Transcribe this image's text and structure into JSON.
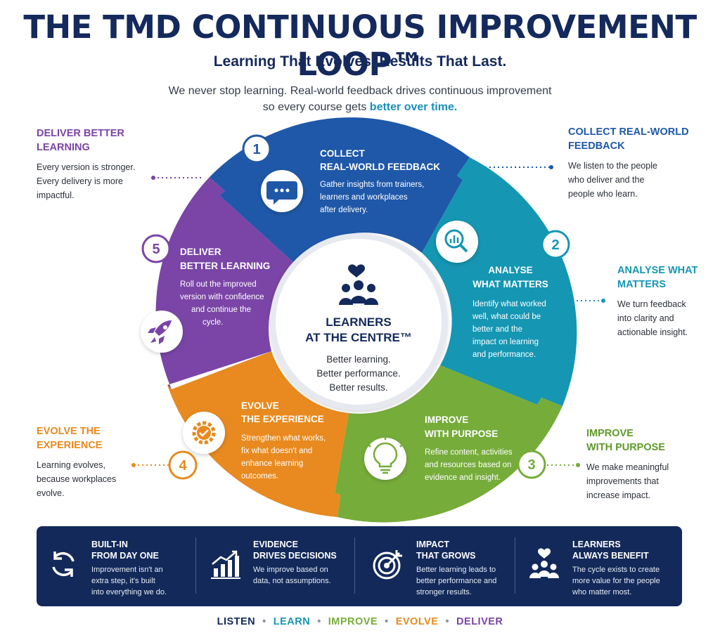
{
  "title": "THE TMD CONTINUOUS IMPROVEMENT LOOP™",
  "subtitle": "Learning That Evolves. Results That Last.",
  "intro": {
    "line1": "We never stop learning. Real-world feedback drives continuous improvement",
    "line2_prefix": "so every course gets ",
    "line2_highlight": "better over time."
  },
  "colors": {
    "navy": "#14295c",
    "blue": "#1f58a8",
    "teal": "#1596b3",
    "green": "#76ac3a",
    "orange": "#e88a1f",
    "purple": "#7a45a6"
  },
  "side_notes": {
    "deliver": {
      "title_1": "DELIVER BETTER",
      "title_2": "LEARNING",
      "text": [
        "Every version is stronger.",
        "Every delivery is more",
        "impactful."
      ]
    },
    "collect": {
      "title_1": "COLLECT REAL-WORLD",
      "title_2": "FEEDBACK",
      "text": [
        "We listen to the people",
        "who deliver and the",
        "people who learn."
      ]
    },
    "analyse": {
      "title_1": "ANALYSE WHAT",
      "title_2": "MATTERS",
      "text": [
        "We turn feedback",
        "into clarity and",
        "actionable insight."
      ]
    },
    "evolve": {
      "title_1": "EVOLVE THE",
      "title_2": "EXPERIENCE",
      "text": [
        "Learning evolves,",
        "because workplaces",
        "evolve."
      ]
    },
    "improve": {
      "title_1": "IMPROVE",
      "title_2": "WITH PURPOSE",
      "text": [
        "We make meaningful",
        "improvements that",
        "increase impact."
      ]
    }
  },
  "segments": [
    {
      "number": "1",
      "icon": "chat-bubble-icon",
      "title": [
        "COLLECT",
        "REAL-WORLD FEEDBACK"
      ],
      "text": [
        "Gather insights from trainers,",
        "learners and workplaces",
        "after delivery."
      ]
    },
    {
      "number": "2",
      "icon": "magnifier-chart-icon",
      "title": [
        "ANALYSE",
        "WHAT MATTERS"
      ],
      "text": [
        "Identify what worked",
        "well, what could be",
        "better and the",
        "impact on learning",
        "and performance."
      ]
    },
    {
      "number": "3",
      "icon": "lightbulb-icon",
      "title": [
        "IMPROVE",
        "WITH PURPOSE"
      ],
      "text": [
        "Refine content, activities",
        "and resources based on",
        "evidence and insight."
      ]
    },
    {
      "number": "4",
      "icon": "gear-check-icon",
      "title": [
        "EVOLVE",
        "THE EXPERIENCE"
      ],
      "text": [
        "Strengthen what works,",
        "fix what doesn't and",
        "enhance learning",
        "outcomes."
      ]
    },
    {
      "number": "5",
      "icon": "rocket-icon",
      "title": [
        "DELIVER",
        "BETTER LEARNING"
      ],
      "text": [
        "Roll out the improved",
        "version with confidence",
        "and continue the",
        "cycle."
      ]
    }
  ],
  "center": {
    "title": [
      "LEARNERS",
      "AT THE CENTRE™"
    ],
    "text": [
      "Better learning.",
      "Better performance.",
      "Better results."
    ]
  },
  "banner": [
    {
      "icon": "refresh-cycle-icon",
      "title": [
        "BUILT-IN",
        "FROM DAY ONE"
      ],
      "text": [
        "Improvement isn't an",
        "extra step, it's built",
        "into everything we do."
      ]
    },
    {
      "icon": "bar-chart-growth-icon",
      "title": [
        "EVIDENCE",
        "DRIVES DECISIONS"
      ],
      "text": [
        "We improve based on",
        "data, not assumptions."
      ]
    },
    {
      "icon": "target-arrow-icon",
      "title": [
        "IMPACT",
        "THAT GROWS"
      ],
      "text": [
        "Better learning leads to",
        "better performance and",
        "stronger results."
      ]
    },
    {
      "icon": "people-heart-icon",
      "title": [
        "LEARNERS",
        "ALWAYS BENEFIT"
      ],
      "text": [
        "The cycle exists to create",
        "more value for the people",
        "who matter most."
      ]
    }
  ],
  "footer": [
    "LISTEN",
    "LEARN",
    "IMPROVE",
    "EVOLVE",
    "DELIVER"
  ]
}
